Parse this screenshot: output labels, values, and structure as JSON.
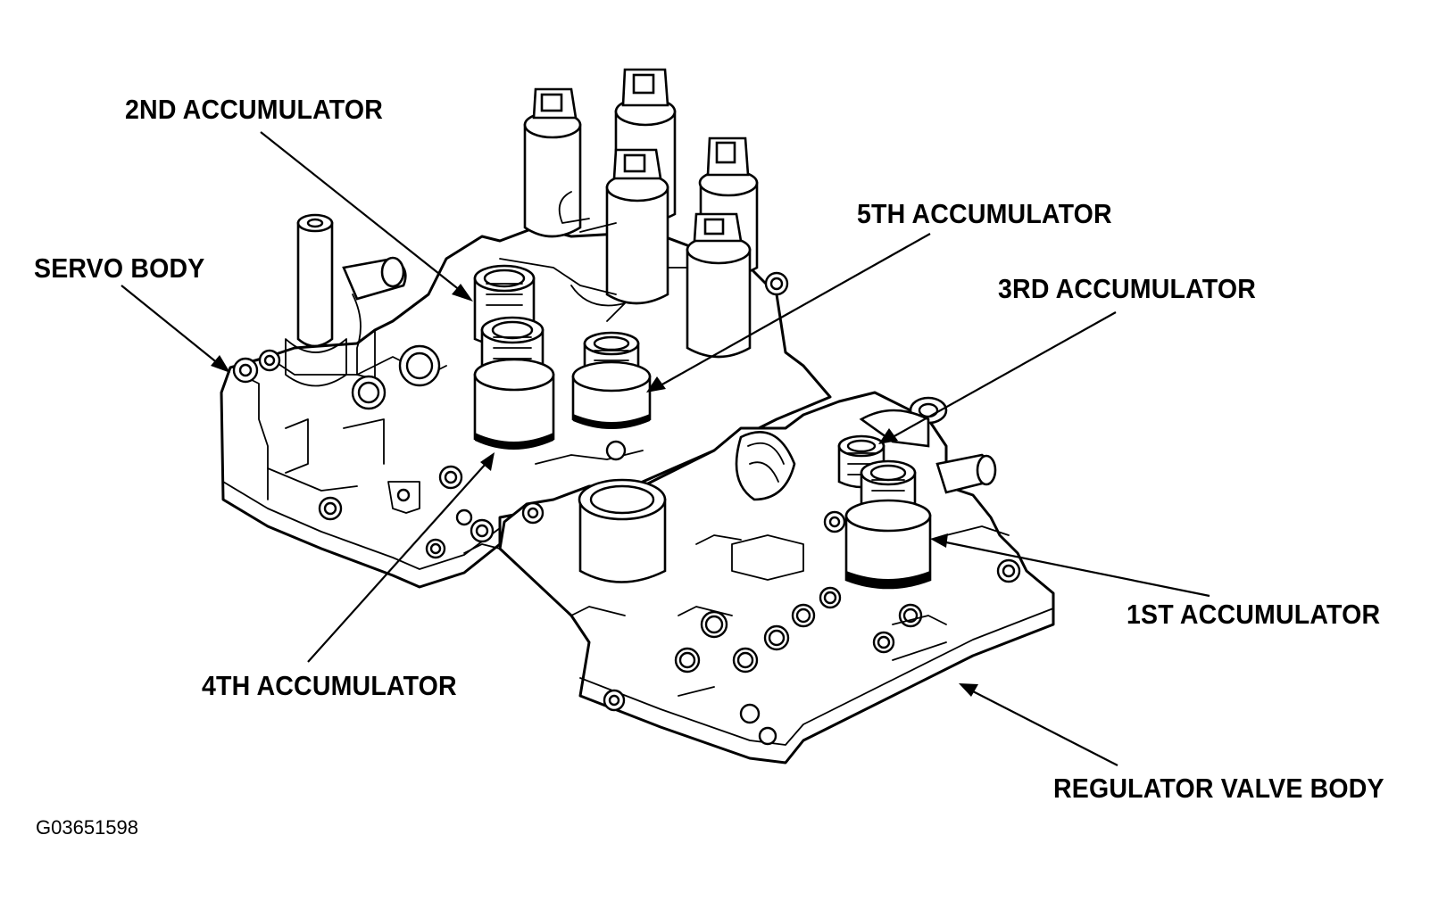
{
  "labels": {
    "second_accumulator": "2ND ACCUMULATOR",
    "fifth_accumulator": "5TH ACCUMULATOR",
    "servo_body": "SERVO BODY",
    "third_accumulator": "3RD ACCUMULATOR",
    "first_accumulator": "1ST ACCUMULATOR",
    "fourth_accumulator": "4TH ACCUMULATOR",
    "regulator_valve_body": "REGULATOR VALVE BODY"
  },
  "figure_id": "G03651598"
}
